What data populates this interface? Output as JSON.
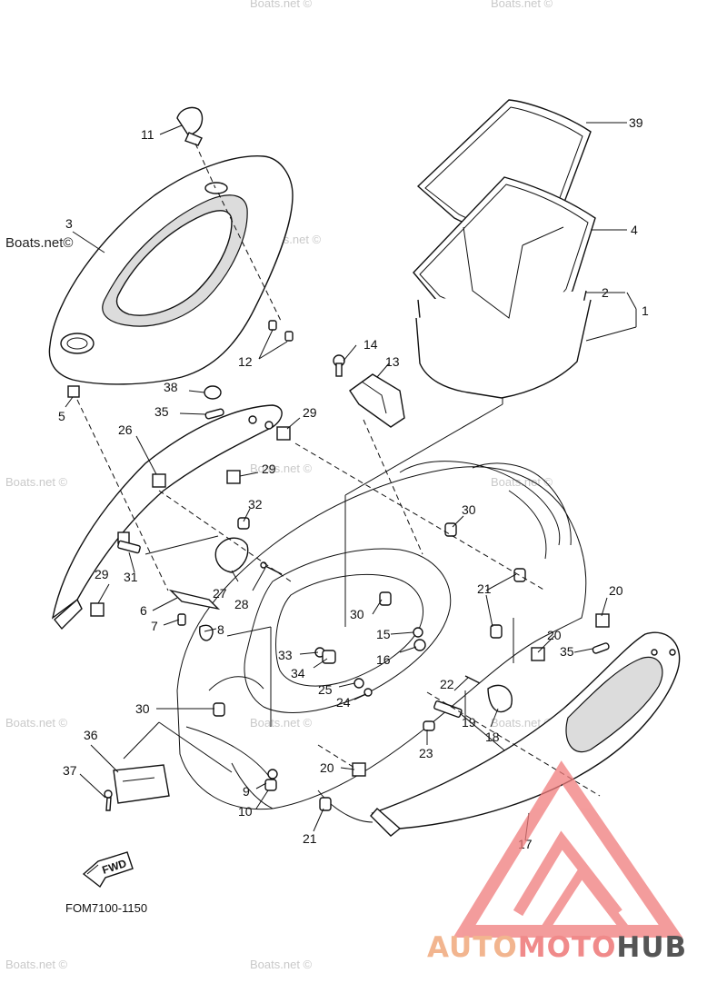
{
  "watermarks": {
    "boats": "Boats.net ©",
    "boats_main": "Boats.net©"
  },
  "figure_code": "FOM7100-1150",
  "fwd_label": "FWD",
  "brand": {
    "part1": "AUTO",
    "part2": "MOTO",
    "part3": "HUB",
    "color1": "#f2b58f",
    "color2": "#f08a8a",
    "color3": "#555555"
  },
  "callouts": {
    "n1": "1",
    "n2": "2",
    "n3": "3",
    "n4": "4",
    "n5": "5",
    "n6": "6",
    "n7": "7",
    "n8": "8",
    "n9": "9",
    "n10": "10",
    "n11": "11",
    "n12": "12",
    "n13": "13",
    "n14": "14",
    "n15": "15",
    "n16": "16",
    "n17": "17",
    "n18": "18",
    "n19": "19",
    "n20a": "20",
    "n20b": "20",
    "n20c": "20",
    "n21a": "21",
    "n21b": "21",
    "n22": "22",
    "n23": "23",
    "n24": "24",
    "n25": "25",
    "n26": "26",
    "n27": "27",
    "n28": "28",
    "n29a": "29",
    "n29b": "29",
    "n29c": "29",
    "n30a": "30",
    "n30b": "30",
    "n30c": "30",
    "n31": "31",
    "n32": "32",
    "n33": "33",
    "n34": "34",
    "n35a": "35",
    "n35b": "35",
    "n36": "36",
    "n37": "37",
    "n38": "38",
    "n39": "39"
  }
}
